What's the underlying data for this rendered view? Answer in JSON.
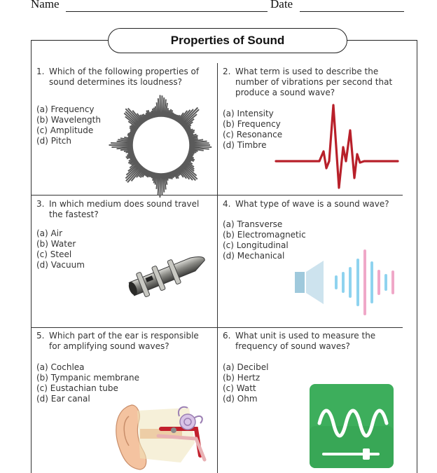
{
  "header": {
    "name_label": "Name",
    "date_label": "Date"
  },
  "title": "Properties of Sound",
  "questions": [
    {
      "num": "1.",
      "text": "Which of the following properties of sound determines its loudness?",
      "options": [
        "(a) Frequency",
        "(b) Wavelength",
        "(c) Amplitude",
        "(d) Pitch"
      ],
      "image": "circular-waveform-icon"
    },
    {
      "num": "2.",
      "text": "What term is used to describe the number of vibrations per second that produce a sound wave?",
      "options": [
        "(a) Intensity",
        "(b) Frequency",
        "(c) Resonance",
        "(d) Timbre"
      ],
      "image": "red-sound-pulse-icon"
    },
    {
      "num": "3.",
      "text": "In which medium does sound travel the fastest?",
      "options": [
        "(a) Air",
        "(b) Water",
        "(c) Steel",
        "(d) Vacuum"
      ],
      "image": "metal-whistle-icon"
    },
    {
      "num": "4.",
      "text": "What type of wave is a sound wave?",
      "options": [
        "(a) Transverse",
        "(b) Electromagnetic",
        "(c) Longitudinal",
        "(d) Mechanical"
      ],
      "image": "speaker-wave-icon"
    },
    {
      "num": "5.",
      "text": "Which part of the ear is responsible for amplifying sound waves?",
      "options": [
        "(a) Cochlea",
        "(b) Tympanic membrane",
        "(c) Eustachian tube",
        "(d) Ear canal"
      ],
      "image": "ear-anatomy-icon"
    },
    {
      "num": "6.",
      "text": "What unit is used to measure the frequency of sound waves?",
      "options": [
        "(a) Decibel",
        "(b) Hertz",
        "(c) Watt",
        "(d) Ohm"
      ],
      "image": "frequency-app-icon"
    }
  ],
  "colors": {
    "wave_red": "#b8202a",
    "app_green": "#3dae5c",
    "bar_blue": "#8fd3ef",
    "bar_pink": "#f0a8c8"
  }
}
